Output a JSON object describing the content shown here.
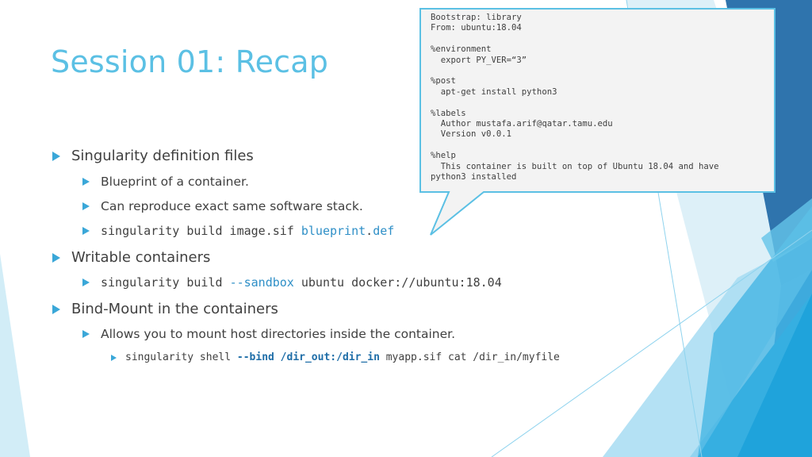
{
  "slide": {
    "title": "Session 01: Recap",
    "bullets": {
      "b1": {
        "text": "Singularity definition files",
        "sub1": "Blueprint of a container.",
        "sub2": "Can reproduce exact same software stack.",
        "sub3": {
          "part1": "singularity build image.sif ",
          "part2": "blueprint",
          "part3": ".",
          "part4": "def"
        }
      },
      "b2": {
        "text": "Writable containers",
        "sub1": {
          "part1": "singularity build ",
          "part2": "--sandbox",
          "part3": " ubuntu docker://ubuntu:18.04"
        }
      },
      "b3": {
        "text": "Bind-Mount in the containers",
        "sub1": "Allows you to mount host directories inside the container.",
        "sub2": {
          "part1": "singularity shell ",
          "part2": "--bind /dir_out:/dir_in",
          "part3": " myapp.sif cat /dir_in/myfile"
        }
      }
    }
  },
  "callout": {
    "text": "Bootstrap: library\nFrom: ubuntu:18.04\n\n%environment\n  export PY_VER=“3”\n\n%post\n  apt-get install python3\n\n%labels\n  Author mustafa.arif@qatar.tamu.edu\n  Version v0.0.1\n\n%help\n  This container is built on top of Ubuntu 18.04 and have\npython3 installed"
  },
  "colors": {
    "title": "#5bc0e4",
    "accent": "#3aa7d8",
    "code_highlight": "#2e8fc7",
    "callout_border": "#5bc0e4",
    "callout_fill": "#f3f3f3"
  }
}
